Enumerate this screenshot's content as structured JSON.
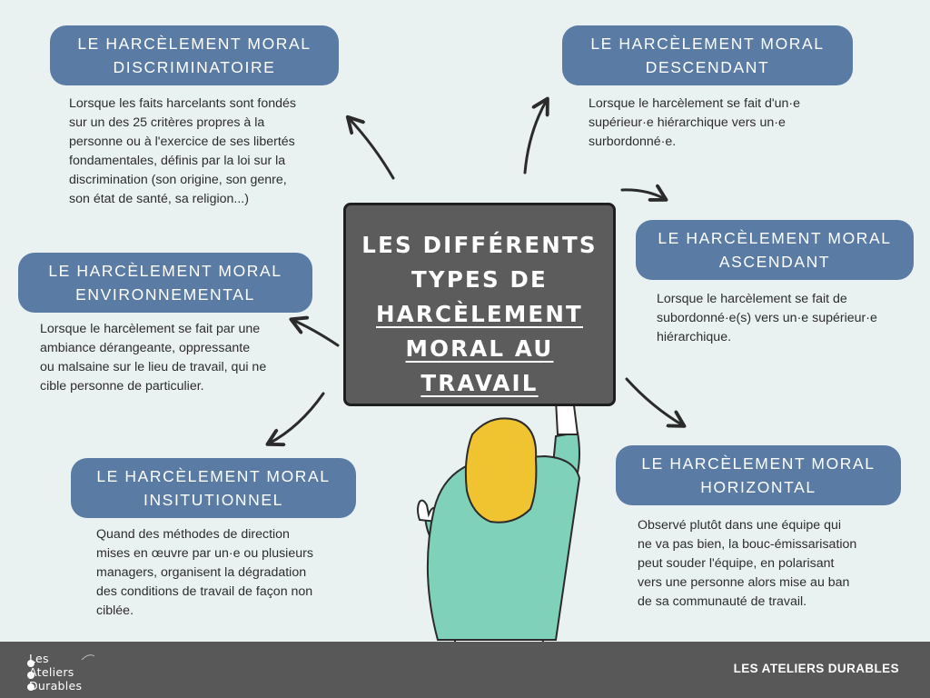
{
  "board": {
    "line1": "LES DIFFÉRENTS",
    "line2": "TYPES DE",
    "line3": "HARCÈLEMENT",
    "line4": "MORAL AU",
    "line5": "TRAVAIL"
  },
  "types": {
    "discriminatoire": {
      "title1": "LE HARCÈLEMENT MORAL",
      "title2": "DISCRIMINATOIRE",
      "lines": [
        "Lorsque les faits harcelants sont fondés",
        "sur un des 25 critères propres à la",
        "personne ou à l'exercice de ses libertés",
        "fondamentales, définis par la loi sur la",
        "discrimination (son origine, son genre,",
        "son état de santé, sa religion...)"
      ]
    },
    "descendant": {
      "title1": "LE HARCÈLEMENT MORAL",
      "title2": "DESCENDANT",
      "lines": [
        "Lorsque le harcèlement se fait d'un·e",
        "supérieur·e hiérarchique vers un·e",
        "surbordonné·e."
      ]
    },
    "ascendant": {
      "title1": "LE HARCÈLEMENT MORAL",
      "title2": "ASCENDANT",
      "lines": [
        "Lorsque le harcèlement se fait de",
        "subordonné·e(s) vers un·e supérieur·e",
        "hiérarchique."
      ]
    },
    "environnemental": {
      "title1": "LE HARCÈLEMENT MORAL",
      "title2": "ENVIRONNEMENTAL",
      "lines": [
        "Lorsque le harcèlement se fait par une",
        "ambiance dérangeante, oppressante",
        "ou malsaine sur le lieu de travail, qui ne",
        "cible personne de particulier."
      ]
    },
    "institutionnel": {
      "title1": "LE HARCÈLEMENT MORAL",
      "title2": "INSITUTIONNEL",
      "lines": [
        "Quand des méthodes de direction",
        "mises en œuvre par un·e ou plusieurs",
        "managers, organisent la dégradation",
        "des conditions de travail de façon non",
        "ciblée."
      ]
    },
    "horizontal": {
      "title1": "LE HARCÈLEMENT MORAL",
      "title2": "HORIZONTAL",
      "lines": [
        "Observé plutôt dans une équipe qui",
        "ne va pas bien, la bouc-émissarisation",
        "peut souder l'équipe, en polarisant",
        "vers une personne alors mise au ban",
        "de sa communauté de travail."
      ]
    }
  },
  "footer": {
    "logo_line1": "Les",
    "logo_line2": "Ateliers",
    "logo_line3": "Durables",
    "brand": "LES ATELIERS DURABLES"
  },
  "colors": {
    "background": "#e9f1f1",
    "pill": "#5a7ba3",
    "board": "#5c5c5c",
    "footer": "#585858",
    "sweater": "#7fd1b9",
    "hair": "#f0c330"
  },
  "icons": [
    "arrow-icon",
    "woman-illustration",
    "logo-leaf-icon"
  ]
}
